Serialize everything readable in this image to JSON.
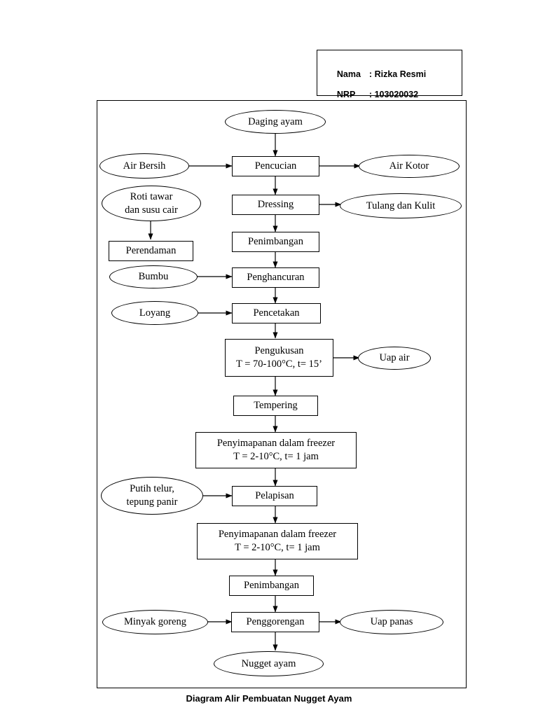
{
  "header": {
    "name_label": "Nama",
    "name_sep": ":",
    "name_value": "Rizka Resmi",
    "nrp_label": "NRP",
    "nrp_sep": ":",
    "nrp_value": "103020032"
  },
  "caption": "Diagram Alir Pembuatan Nugget Ayam",
  "chart_data": {
    "type": "diagram",
    "title": "Diagram Alir Pembuatan Nugget Ayam",
    "nodes": [
      {
        "id": "daging-ayam",
        "shape": "ellipse",
        "lines": [
          "Daging ayam"
        ]
      },
      {
        "id": "air-bersih",
        "shape": "ellipse",
        "lines": [
          "Air Bersih"
        ]
      },
      {
        "id": "pencucian",
        "shape": "rect",
        "lines": [
          "Pencucian"
        ]
      },
      {
        "id": "air-kotor",
        "shape": "ellipse",
        "lines": [
          "Air Kotor"
        ]
      },
      {
        "id": "roti-tawar",
        "shape": "ellipse",
        "lines": [
          "Roti tawar",
          "dan susu cair"
        ]
      },
      {
        "id": "dressing",
        "shape": "rect",
        "lines": [
          "Dressing"
        ]
      },
      {
        "id": "tulang-dan-kulit",
        "shape": "ellipse",
        "lines": [
          "Tulang dan Kulit"
        ]
      },
      {
        "id": "perendaman",
        "shape": "rect",
        "lines": [
          "Perendaman"
        ]
      },
      {
        "id": "penimbangan-1",
        "shape": "rect",
        "lines": [
          "Penimbangan"
        ]
      },
      {
        "id": "bumbu",
        "shape": "ellipse",
        "lines": [
          "Bumbu"
        ]
      },
      {
        "id": "penghancuran",
        "shape": "rect",
        "lines": [
          "Penghancuran"
        ]
      },
      {
        "id": "loyang",
        "shape": "ellipse",
        "lines": [
          "Loyang"
        ]
      },
      {
        "id": "pencetakan",
        "shape": "rect",
        "lines": [
          "Pencetakan"
        ]
      },
      {
        "id": "pengukusan",
        "shape": "rect",
        "lines": [
          "Pengukusan",
          "T = 70-100°C, t= 15’"
        ]
      },
      {
        "id": "uap-air",
        "shape": "ellipse",
        "lines": [
          "Uap air"
        ]
      },
      {
        "id": "tempering",
        "shape": "rect",
        "lines": [
          "Tempering"
        ]
      },
      {
        "id": "freezer-1",
        "shape": "rect",
        "lines": [
          "Penyimapanan dalam freezer",
          "T = 2-10°C, t= 1 jam"
        ]
      },
      {
        "id": "putih-telur",
        "shape": "ellipse",
        "lines": [
          "Putih telur,",
          "tepung panir"
        ]
      },
      {
        "id": "pelapisan",
        "shape": "rect",
        "lines": [
          "Pelapisan"
        ]
      },
      {
        "id": "freezer-2",
        "shape": "rect",
        "lines": [
          "Penyimapanan dalam freezer",
          "T = 2-10°C, t= 1 jam"
        ]
      },
      {
        "id": "penimbangan-2",
        "shape": "rect",
        "lines": [
          "Penimbangan"
        ]
      },
      {
        "id": "minyak-goreng",
        "shape": "ellipse",
        "lines": [
          "Minyak goreng"
        ]
      },
      {
        "id": "penggorengan",
        "shape": "rect",
        "lines": [
          "Penggorengan"
        ]
      },
      {
        "id": "uap-panas",
        "shape": "ellipse",
        "lines": [
          "Uap panas"
        ]
      },
      {
        "id": "nugget-ayam",
        "shape": "ellipse",
        "lines": [
          "Nugget ayam"
        ]
      }
    ],
    "edges": [
      [
        "daging-ayam",
        "pencucian"
      ],
      [
        "air-bersih",
        "pencucian"
      ],
      [
        "pencucian",
        "air-kotor"
      ],
      [
        "pencucian",
        "dressing"
      ],
      [
        "dressing",
        "tulang-dan-kulit"
      ],
      [
        "dressing",
        "penimbangan-1"
      ],
      [
        "roti-tawar",
        "perendaman"
      ],
      [
        "penimbangan-1",
        "penghancuran"
      ],
      [
        "bumbu",
        "penghancuran"
      ],
      [
        "penghancuran",
        "pencetakan"
      ],
      [
        "loyang",
        "pencetakan"
      ],
      [
        "pencetakan",
        "pengukusan"
      ],
      [
        "pengukusan",
        "uap-air"
      ],
      [
        "pengukusan",
        "tempering"
      ],
      [
        "tempering",
        "freezer-1"
      ],
      [
        "freezer-1",
        "pelapisan"
      ],
      [
        "putih-telur",
        "pelapisan"
      ],
      [
        "pelapisan",
        "freezer-2"
      ],
      [
        "freezer-2",
        "penimbangan-2"
      ],
      [
        "penimbangan-2",
        "penggorengan"
      ],
      [
        "minyak-goreng",
        "penggorengan"
      ],
      [
        "penggorengan",
        "uap-panas"
      ],
      [
        "penggorengan",
        "nugget-ayam"
      ]
    ]
  }
}
